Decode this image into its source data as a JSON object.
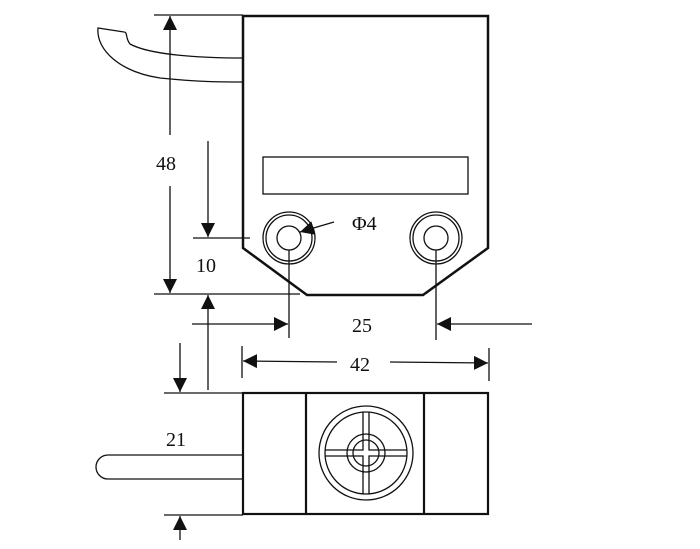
{
  "diagram": {
    "dimensions": {
      "height_total": "48",
      "hole_offset": "10",
      "hole_diameter": "Φ4",
      "hole_spacing": "25",
      "width": "42",
      "thickness": "21"
    },
    "colors": {
      "line": "#111111",
      "background": "#ffffff"
    }
  }
}
